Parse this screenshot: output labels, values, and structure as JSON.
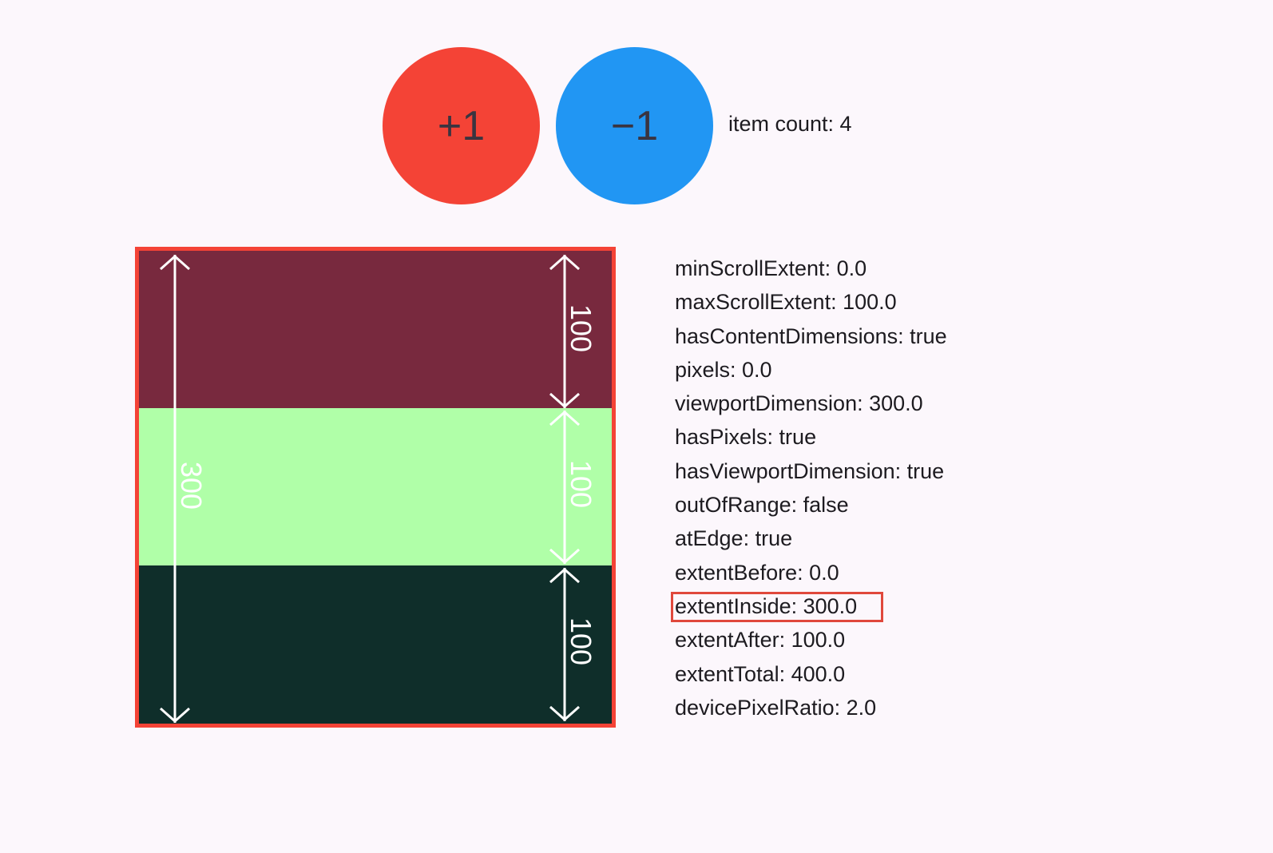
{
  "controls": {
    "increment_label": "+1",
    "decrement_label": "−1",
    "item_count_text": "item count: 4",
    "increment_color": "#f44336",
    "decrement_color": "#2196f3"
  },
  "viewport": {
    "border_color": "#f44336",
    "total_label": "300",
    "items": [
      {
        "color": "#78293e",
        "label": "100"
      },
      {
        "color": "#b0ffa8",
        "label": "100"
      },
      {
        "color": "#0f2e2a",
        "label": "100"
      }
    ]
  },
  "metrics": {
    "highlight_color": "#e0483c",
    "rows": [
      {
        "text": "minScrollExtent: 0.0",
        "highlighted": false
      },
      {
        "text": "maxScrollExtent: 100.0",
        "highlighted": false
      },
      {
        "text": "hasContentDimensions: true",
        "highlighted": false
      },
      {
        "text": "pixels: 0.0",
        "highlighted": false
      },
      {
        "text": "viewportDimension: 300.0",
        "highlighted": false
      },
      {
        "text": "hasPixels: true",
        "highlighted": false
      },
      {
        "text": "hasViewportDimension: true",
        "highlighted": false
      },
      {
        "text": "outOfRange: false",
        "highlighted": false
      },
      {
        "text": "atEdge: true",
        "highlighted": false
      },
      {
        "text": "extentBefore: 0.0",
        "highlighted": false
      },
      {
        "text": "extentInside: 300.0",
        "highlighted": true
      },
      {
        "text": "extentAfter: 100.0",
        "highlighted": false
      },
      {
        "text": "extentTotal: 400.0",
        "highlighted": false
      },
      {
        "text": "devicePixelRatio: 2.0",
        "highlighted": false
      }
    ]
  }
}
